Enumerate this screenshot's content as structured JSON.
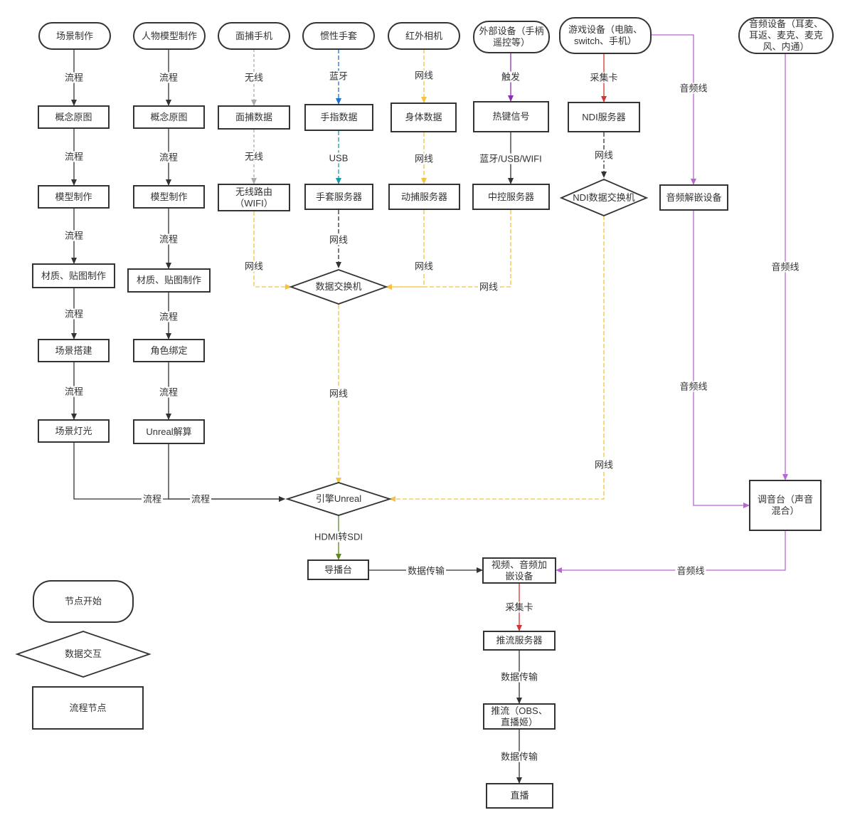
{
  "nodes": {
    "scene_make": "场景制作",
    "char_make": "人物模型制作",
    "face_phone": "面捕手机",
    "glove": "惯性手套",
    "ir_camera": "红外相机",
    "ext_device": "外部设备（手柄遥控等）",
    "game_device": "游戏设备（电脑、switch、手机）",
    "audio_device": "音频设备（耳麦、耳返、麦克、麦克风、内通）",
    "s_concept": "概念原图",
    "s_model": "模型制作",
    "s_texture": "材质、贴图制作",
    "s_build": "场景搭建",
    "s_light": "场景灯光",
    "c_concept": "概念原图",
    "c_model": "模型制作",
    "c_texture": "材质、贴图制作",
    "c_rig": "角色绑定",
    "c_unreal": "Unreal解算",
    "face_data": "面捕数据",
    "router": "无线路由（WIFI）",
    "finger_data": "手指数据",
    "glove_server": "手套服务器",
    "body_data": "身体数据",
    "mocap_server": "动捕服务器",
    "hotkey": "热键信号",
    "control_server": "中控服务器",
    "ndi_server": "NDI服务器",
    "ndi_switch": "NDI数据交换机",
    "audio_embed_dev": "音频解嵌设备",
    "data_switch": "数据交换机",
    "engine": "引擎Unreal",
    "mixer": "调音台（声音混合）",
    "director": "导播台",
    "av_embed": "视频、音频加嵌设备",
    "push_server": "推流服务器",
    "push": "推流（OBS、直播姬）",
    "live": "直播"
  },
  "edge_labels": {
    "flow": "流程",
    "wireless": "无线",
    "bluetooth": "蓝牙",
    "usb": "USB",
    "cable": "网线",
    "trigger": "触发",
    "bt_usb_wifi": "蓝牙/USB/WIFI",
    "capture_card": "采集卡",
    "audio_line": "音频线",
    "hdmi_sdi": "HDMI转SDI",
    "data_transfer": "数据传输"
  },
  "legend": {
    "start": "节点开始",
    "interaction": "数据交互",
    "process": "流程节点"
  },
  "colors": {
    "black": "#333333",
    "grey": "#aaaaaa",
    "blue": "#1f6fd1",
    "teal": "#1a9aa8",
    "yellow": "#f5c242",
    "purple": "#8b2fb0",
    "red": "#d63434",
    "lavender": "#b766d4",
    "green": "#5a8a1c"
  }
}
